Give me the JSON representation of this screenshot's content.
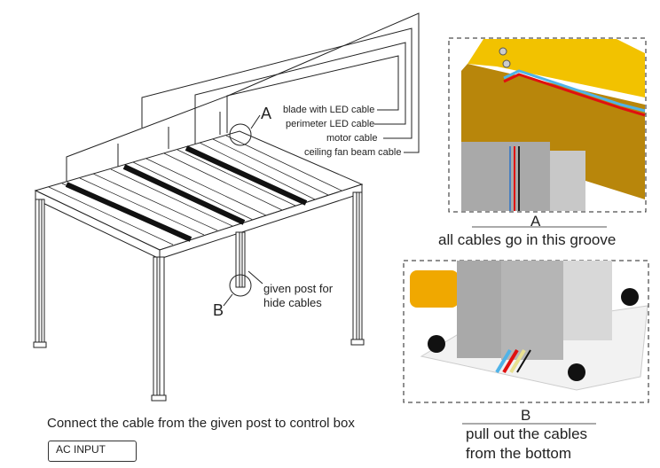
{
  "cable_labels": {
    "blade": "blade with LED cable",
    "perimeter": "perimeter LED cable",
    "motor": "motor cable",
    "fan": "ceiling fan beam cable"
  },
  "markers": {
    "a": "A",
    "b": "B"
  },
  "post_note": {
    "line1": "given post for",
    "line2": "hide cables"
  },
  "instruction": "Connect the cable from the given post to  control box",
  "ac_input": "AC  INPUT",
  "detail_a": {
    "letter": "A",
    "caption": "all cables go in this groove"
  },
  "detail_b": {
    "letter": "B",
    "caption_line1": "pull out the cables",
    "caption_line2": "from the bottom"
  },
  "colors": {
    "beam": "#b8860b",
    "beam_top": "#f2c200",
    "cable_red": "#e01010",
    "cable_blue": "#4fb3e8",
    "cable_yellow": "#e8e090",
    "post_grey": "#a9a9a9"
  }
}
